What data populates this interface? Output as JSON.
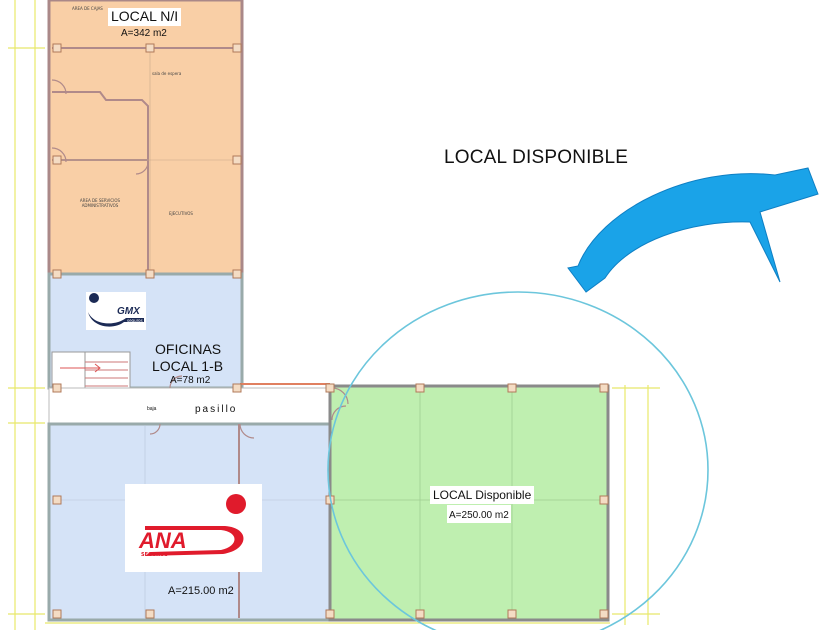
{
  "callout": {
    "title": "LOCAL DISPONIBLE",
    "arrow_color": "#1aa3e8",
    "circle_color": "#6cc6dc"
  },
  "colors": {
    "orange_fill": "#f9cfa6",
    "blue_fill": "#d5e3f7",
    "green_fill": "#bfefb0",
    "wall": "#b08a8a",
    "dim_line": "#e8e86a"
  },
  "rooms": {
    "local_ni": {
      "name": "LOCAL N/I",
      "area": "A=342 m2",
      "small_labels": [
        "AREA DE CAJAS",
        "sala de espera",
        "AREA DE SERVICIOS ADMINISTRATIVOS",
        "EJECUTIVOS"
      ]
    },
    "oficinas": {
      "name_line1": "OFICINAS",
      "name_line2": "LOCAL 1-B",
      "area": "A=78 m2",
      "logo": {
        "name": "GMX",
        "sub": "seguros"
      }
    },
    "corridor": {
      "label": "pasillo",
      "stair_label": "baja"
    },
    "ana": {
      "area": "A=215.00 m2",
      "logo": {
        "name": "ANA",
        "sub": "SEGUROS",
        "accent": "#e01b2c"
      }
    },
    "disponible": {
      "name": "LOCAL Disponible",
      "area": "A=250.00 m2"
    }
  }
}
